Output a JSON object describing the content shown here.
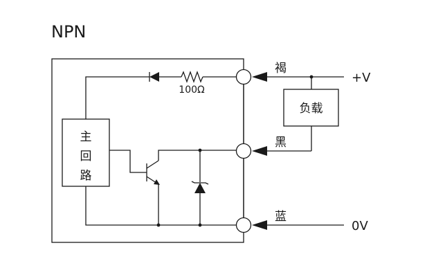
{
  "title": "NPN",
  "main_circuit": {
    "line1": "主",
    "line2": "回",
    "line3": "路"
  },
  "resistor_label": "100Ω",
  "load_label": "负载",
  "wires": {
    "brown": "褐",
    "black": "黑",
    "blue": "蓝"
  },
  "supply": {
    "positive": "+V",
    "zero": "0V"
  }
}
